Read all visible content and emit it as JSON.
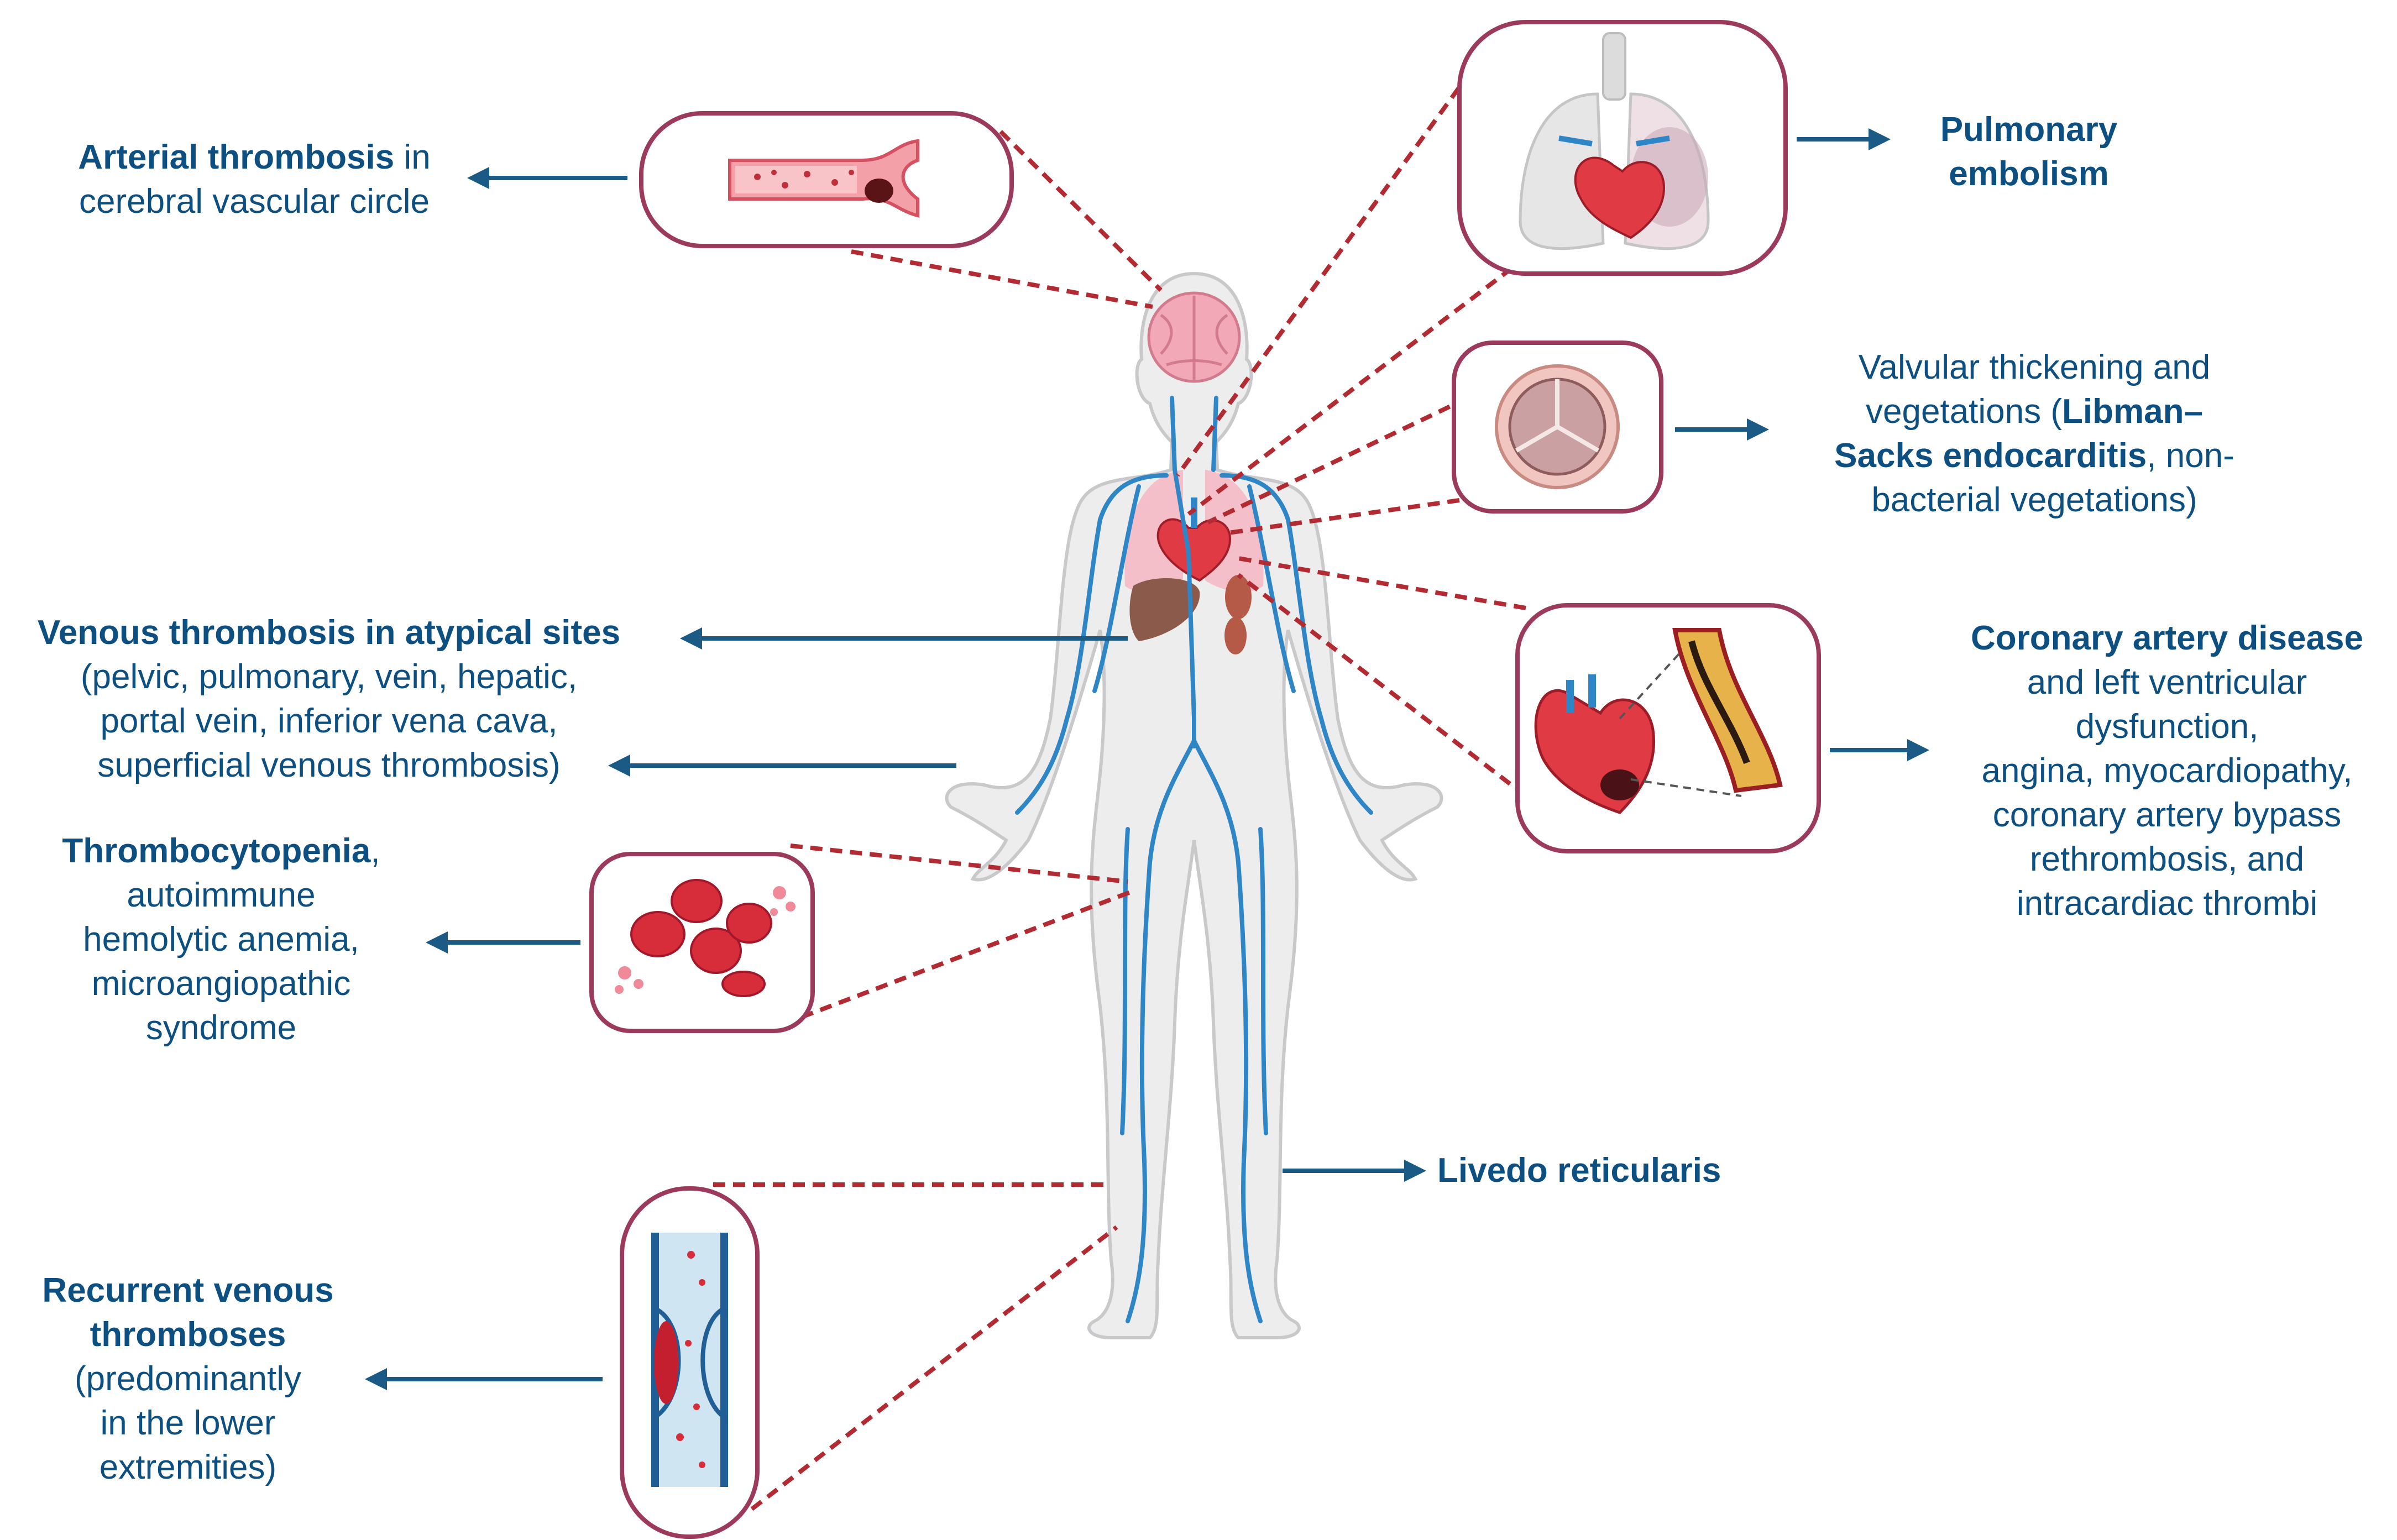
{
  "colors": {
    "text": "#0d4f80",
    "arrow": "#1a5a84",
    "frame": "#9b3a5c",
    "leader": "#b22b33",
    "vein": "#2f86c7",
    "body_fill": "#ededee",
    "body_stroke": "#c9c9cb",
    "organ_pink": "#f2a8b6",
    "blood_red": "#d72c3a"
  },
  "labels": {
    "arterial": {
      "bold": "Arterial thrombosis",
      "rest1": " in",
      "line2": "cerebral vascular circle"
    },
    "pulmonary": {
      "line1": "Pulmonary",
      "line2": "embolism"
    },
    "valvular": {
      "line1": "Valvular thickening and",
      "line2_pre": "vegetations (",
      "line2_bold": "Libman–",
      "line3_bold": "Sacks endocarditis",
      "line3_post": ", non-",
      "line4": "bacterial vegetations)"
    },
    "venous_atypical": {
      "bold": "Venous thrombosis in atypical sites",
      "line2": "(pelvic, pulmonary, vein, hepatic,",
      "line3": "portal vein, inferior vena cava,",
      "line4": "superficial venous thrombosis)"
    },
    "coronary": {
      "bold": "Coronary artery disease",
      "line2": "and left ventricular",
      "line3": "dysfunction,",
      "line4": "angina, myocardiopathy,",
      "line5": "coronary artery bypass",
      "line6": "rethrombosis, and",
      "line7": "intracardiac thrombi"
    },
    "thrombocytopenia": {
      "bold": "Thrombocytopenia",
      "rest1": ",",
      "line2": "autoimmune",
      "line3": "hemolytic anemia,",
      "line4": "microangiopathic",
      "line5": "syndrome"
    },
    "livedo": {
      "bold": "Livedo reticularis"
    },
    "recurrent": {
      "bold1": "Recurrent venous",
      "bold2": "thromboses",
      "line3": "(predominantly",
      "line4": "in the lower",
      "line5": "extremities)"
    }
  },
  "icons": [
    "artery-clot-icon",
    "lungs-heart-icon",
    "heart-valve-icon",
    "heart-coronary-icon",
    "red-blood-cells-icon",
    "vein-clot-icon",
    "human-body-icon"
  ]
}
